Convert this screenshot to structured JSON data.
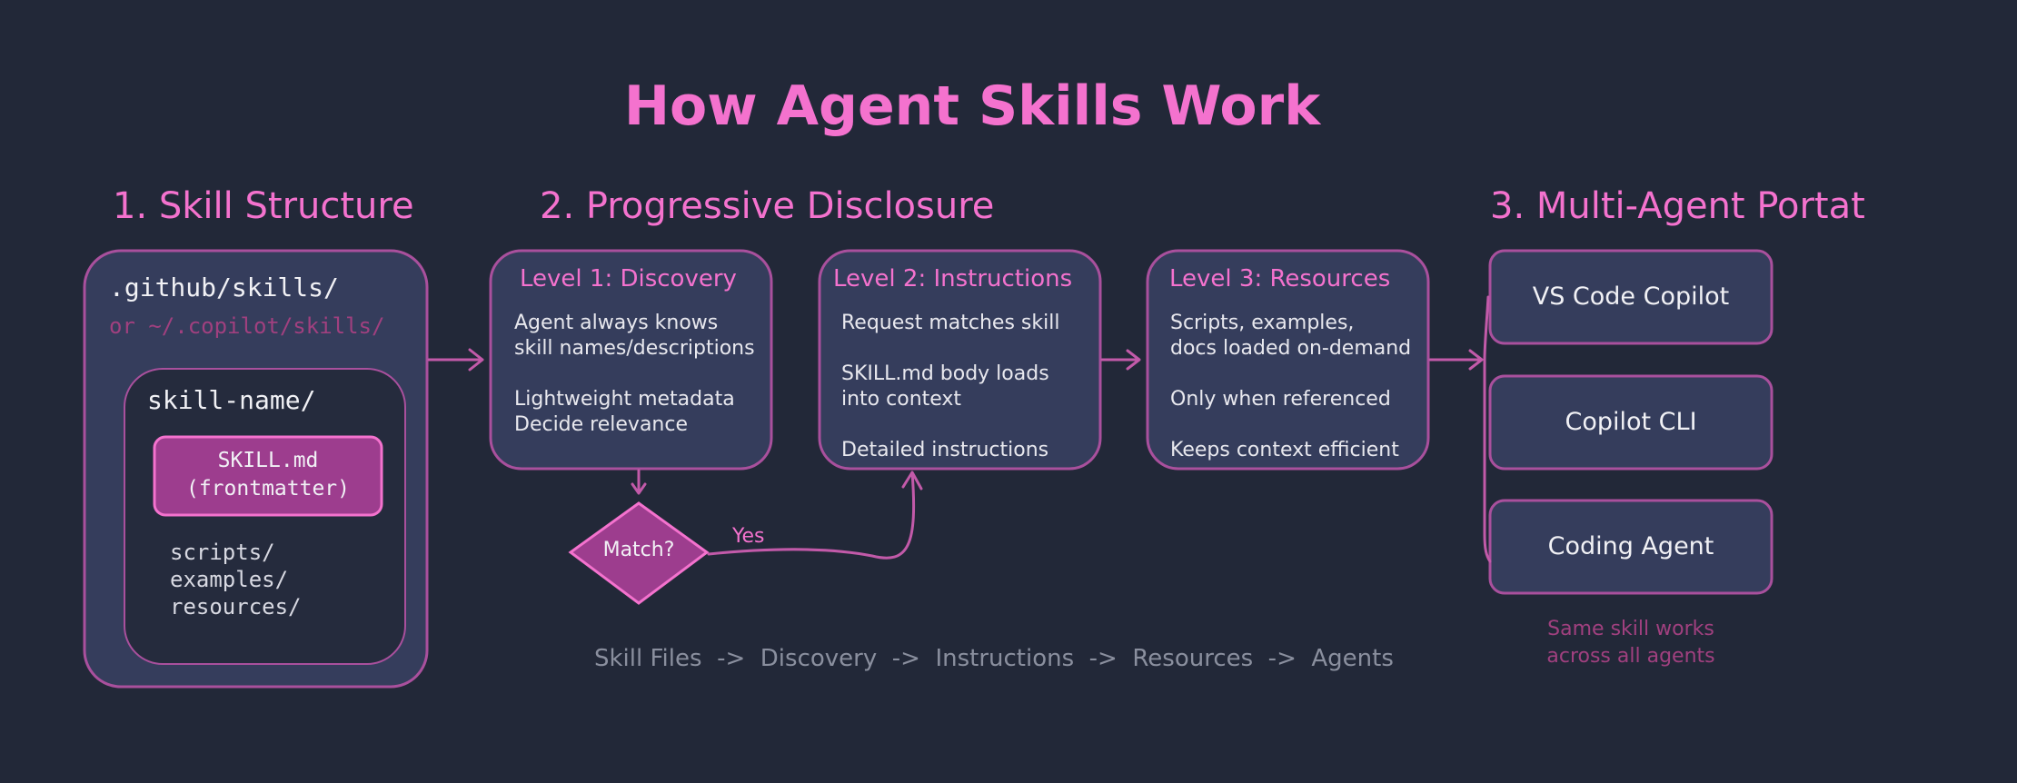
{
  "title": "How Agent Skills Work",
  "sections": {
    "structure": "1. Skill Structure",
    "disclosure": "2. Progressive Disclosure",
    "portability": "3. Multi-Agent Portat"
  },
  "structure": {
    "path": ".github/skills/",
    "alt_path": "or ~/.copilot/skills/",
    "folder": "skill-name/",
    "skill_file_line1": "SKILL.md",
    "skill_file_line2": "(frontmatter)",
    "sub1": "scripts/",
    "sub2": "examples/",
    "sub3": "resources/"
  },
  "levels": [
    {
      "title": "Level 1: Discovery",
      "lines": [
        "Agent always knows",
        "skill names/descriptions",
        "",
        "Lightweight metadata",
        "Decide relevance"
      ]
    },
    {
      "title": "Level 2: Instructions",
      "lines": [
        "Request matches skill",
        "",
        "SKILL.md body loads",
        "into context",
        "",
        "Detailed instructions"
      ]
    },
    {
      "title": "Level 3: Resources",
      "lines": [
        "Scripts, examples,",
        "docs loaded on-demand",
        "",
        "Only when referenced",
        "",
        "Keeps context efficient"
      ]
    }
  ],
  "decision": {
    "label": "Match?",
    "yes": "Yes"
  },
  "agents": [
    "VS Code Copilot",
    "Copilot CLI",
    "Coding Agent"
  ],
  "agents_note": [
    "Same skill works",
    "across all agents"
  ],
  "flow_caption": "Skill Files  ->  Discovery  ->  Instructions  ->  Resources  ->  Agents",
  "colors": {
    "background": "#222838",
    "accent": "#f472ce",
    "box_fill": "#353d5c",
    "box_stroke": "#a9509d",
    "skill_file_fill": "#9d3d8e",
    "muted_pink": "#a0407f"
  }
}
